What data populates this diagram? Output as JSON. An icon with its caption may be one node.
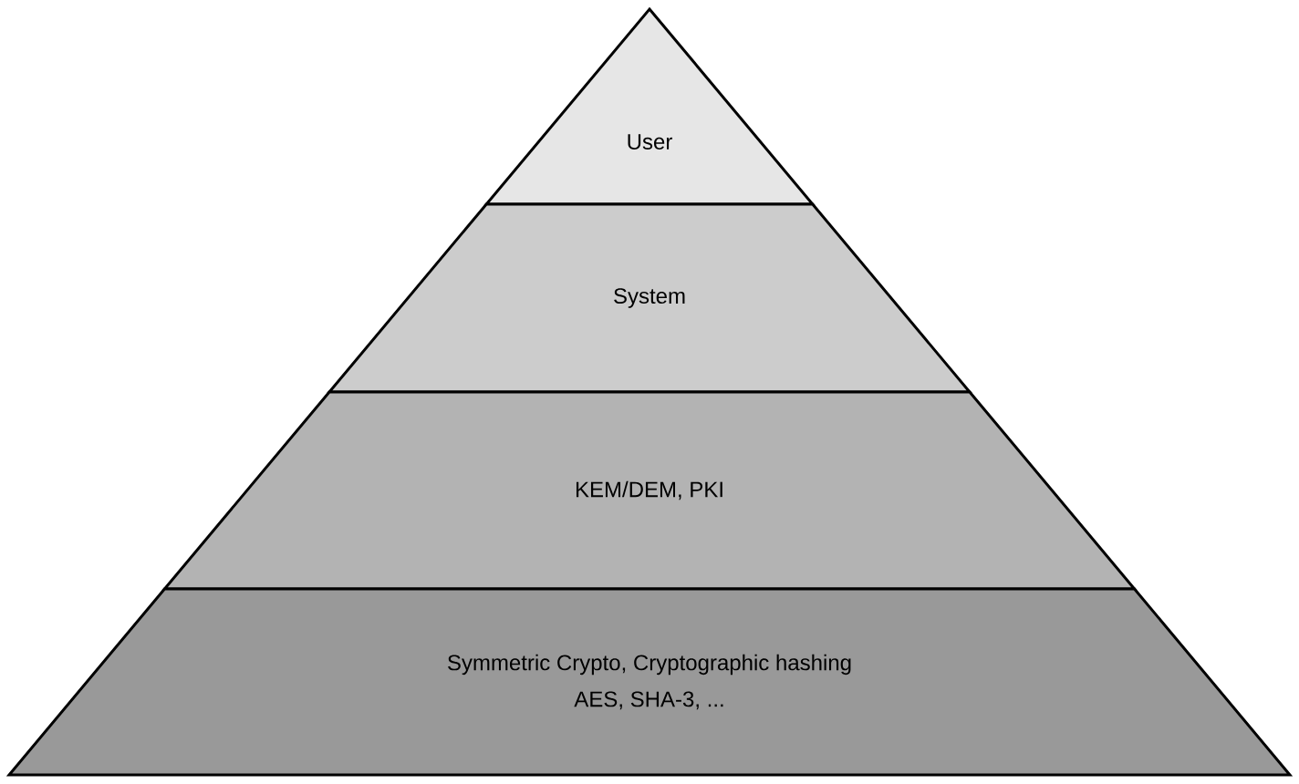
{
  "diagram": {
    "nodes": [
      {
        "text": [
          "User"
        ]
      },
      {
        "text": [
          "System"
        ]
      },
      {
        "text": [
          "KEM/DEM, PKI"
        ]
      },
      {
        "text": [
          "Symmetric Crypto, Cryptographic hashing",
          "AES, SHA-3, ..."
        ]
      }
    ]
  }
}
